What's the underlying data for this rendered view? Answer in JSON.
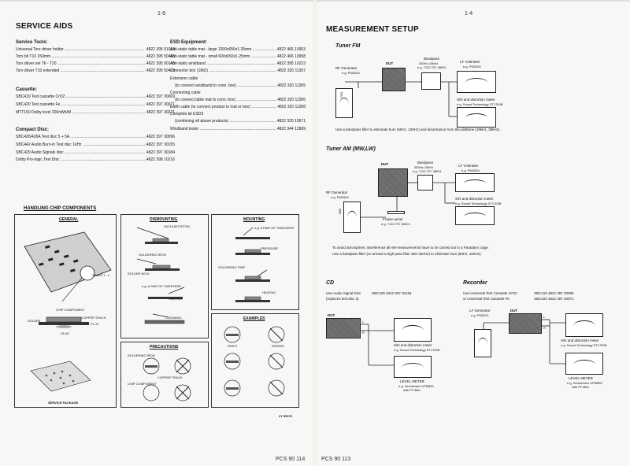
{
  "left_page": {
    "page_number": "1-6",
    "title": "SERVICE AIDS",
    "service_tools": {
      "heading": "Service Tools:",
      "items": [
        {
          "name": "Universal Torx driver holder",
          "code": "4822 395 91019"
        },
        {
          "name": "Torx bit T10  150mm",
          "code": "4822 395 50456"
        },
        {
          "name": "Torx driver set T6 - T20",
          "code": "4822 395 50145"
        },
        {
          "name": "Torx driver T10 extended",
          "code": "4822 395 50423"
        }
      ]
    },
    "cassette": {
      "heading": "Cassette:",
      "items": [
        {
          "name": "SBC419 Test cassette CrO2",
          "code": "4822 397 30069"
        },
        {
          "name": "SBC420 Test cassette Fe",
          "code": "4822 397 30071"
        },
        {
          "name": "MTT150 Dolby level 200nWb/M",
          "code": "4822 397 30271"
        }
      ]
    },
    "compact_disc": {
      "heading": "Compact Disc:",
      "items": [
        {
          "name": "SBC426/426A Test disc 5 + 5A",
          "code": "4822 397 30096"
        },
        {
          "name": "SBC442 Audio Burn-in Test disc 1kHz",
          "code": "4822 397 30155"
        },
        {
          "name": "SBC429 Audio Signals disc",
          "code": "4822 397 30184"
        },
        {
          "name": "Dolby Pro-logic Test Disc",
          "code": "4822 398 10216"
        }
      ]
    },
    "esd": {
      "heading": "ESD Equipment:",
      "rows": [
        {
          "name": "Anti-static table mat - large 1200x650x1.25mm",
          "code": "4822 466 10953"
        },
        {
          "name": "Anti-static table mat - small 600x650x1.25mm",
          "code": "4822 466 10958"
        },
        {
          "name": "Anti-static wristband",
          "code": "4822 395 10223"
        },
        {
          "name": "Connector box (1MΩ)",
          "code": "4822 320 11307"
        }
      ],
      "extension_cable": "Extension cable",
      "extension_detail": {
        "name": "(to connect wristband to conn. box)",
        "code": "4822 320 11305"
      },
      "connecting_cable": "Connecting cable",
      "connecting_detail": {
        "name": "(to connect table mat to conn. box)",
        "code": "4822 320 11306"
      },
      "earth_cable": {
        "name": "Earth cable (to connect product to mat or box)",
        "code": "4822 320 11308"
      },
      "complete_kit": "Complete kit ESD3",
      "complete_detail": {
        "name": "(combining all above products)",
        "code": "4822 320 10671"
      },
      "wristband_tester": {
        "name": "Wristband tester",
        "code": "4822 344 13999"
      }
    },
    "handling": {
      "title": "HANDLING CHIP COMPONENTS",
      "general": "GENERAL",
      "dismounting": "DISMOUNTING",
      "mounting": "MOUNTING",
      "precautions": "PRECAUTIONS",
      "examples": "EXAMPLES",
      "scale": "SCALE 1 : 1",
      "service_package": "SERVICE PACKAGE",
      "chip_component": "CHIP COMPONENT",
      "solder": "SOLDER",
      "copper_track": "COPPER TRACK",
      "pcb": "P.C.B.",
      "glue": "GLUE",
      "pair_tweezers": "e.g. A PAIR OF TWEEZERS",
      "vacuum_piston": "VACUUM PISTON",
      "soldering_iron": "SOLDERING IRON",
      "solder_wick": "SOLDER WICK",
      "soldering_time": "SOLDERING TIME",
      "pressure": "PRESSURE",
      "heating": "HEATING",
      "cleaning": "CLEANING",
      "right": "RIGHT",
      "wrong": "WRONG",
      "ref": "2Y 95070"
    },
    "footer": "PCS 90 114"
  },
  "right_page": {
    "page_number": "1-4",
    "title": "MEASUREMENT SETUP",
    "tuner_fm": {
      "heading": "Tuner FM",
      "rf_generator": "RF Generator",
      "rf_generator_eg": "e.g. PM5326",
      "dut": "DUT",
      "bandpass": "Bandpass",
      "bandpass_range": "250Hz-15kHz",
      "bandpass_eg": "e.g. 7122 707 48001",
      "lf_voltmeter": "LF Voltmeter",
      "lf_voltmeter_eg": "e.g. PM2534",
      "sn_meter": "S/N and distortion meter",
      "sn_meter_eg": "e.g. Sound Technology ST1700B",
      "ohm": "75Ω",
      "note": "Use a bandpass filter to eliminate hum (50Hz, 100Hz) and disturbance from the pilottone (19kHz, 38kHz)."
    },
    "tuner_am": {
      "heading": "Tuner AM (MW,LW)",
      "dut": "DUT",
      "bandpass": "Bandpass",
      "bandpass_range": "250Hz-15kHz",
      "bandpass_eg": "e.g. 7122 707 48001",
      "lf_voltmeter": "LF Voltmeter",
      "lf_voltmeter_eg": "e.g. PM2534",
      "rf_generator": "RF Generator",
      "rf_generator_eg": "e.g. PM5326",
      "frame_aerial": "Frame aerial",
      "frame_aerial_eg": "e.g. 7122 707 89001",
      "sn_meter": "S/N and distortion meter",
      "sn_meter_eg": "e.g. Sound Technology ST1700B",
      "ohm": "50Ω",
      "note_1": "To avoid atmospheric interference all AM-measurements have to be carried out in a Faraday's cage.",
      "note_2": "Use a bandpass filter (or at least a high pass filter with 250Hz) to eliminate hum (50Hz, 100Hz)."
    },
    "cd": {
      "heading": "CD",
      "use_audio": "Use Audio Signal Disc",
      "disc_code": "SBC429  4822 397 30184",
      "replaces": "(replaces test disc 3)",
      "dut": "DUT",
      "l": "L",
      "r": "R",
      "sn_meter": "S/N and distortion meter",
      "sn_meter_eg": "e.g. Sound Technology ST1700B",
      "level_meter": "LEVEL METER",
      "level_meter_eg": "e.g. Sennheiser UPM550",
      "level_meter_filter": "with FF-filter"
    },
    "recorder": {
      "heading": "Recorder",
      "use_line1": "Use Universal Test Cassette CrO2",
      "use_line1_code": "SBC419  4822 397 30069",
      "use_line2": "or Universal Test Cassette Fe",
      "use_line2_code": "SBC420  4822 397 30071",
      "lf_generator": "LF Generator",
      "lf_generator_eg": "e.g. PM5110",
      "dut": "DUT",
      "l": "L",
      "r": "R",
      "sn_meter": "S/N and distortion meter",
      "sn_meter_eg": "e.g. Sound Technology ST1700B",
      "level_meter": "LEVEL METER",
      "level_meter_eg": "e.g. Sennheiser UPM550",
      "level_meter_filter": "with FF-filter"
    },
    "footer": "PCS 90 113"
  }
}
